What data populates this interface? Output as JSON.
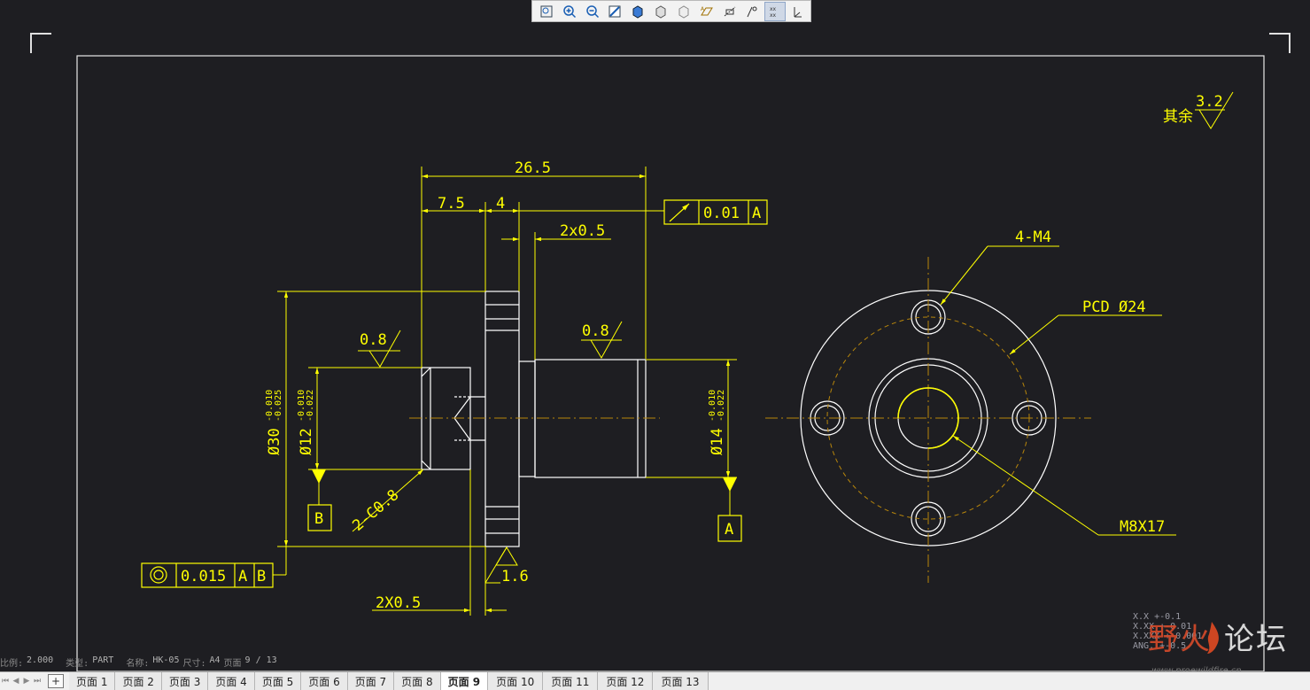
{
  "toolbar": {
    "icons": [
      "zoom-window-icon",
      "zoom-in-icon",
      "zoom-out-icon",
      "refit-icon",
      "shaded-icon",
      "hidden-line-icon",
      "no-hidden-icon",
      "datum-planes-icon",
      "datum-axes-icon",
      "datum-points-icon",
      "csys-icon",
      "annotations-icon"
    ],
    "active_index": 10
  },
  "drawing": {
    "dims": {
      "overall_length": "26.5",
      "seg_left": "7.5",
      "seg_flange": "4",
      "chamfer_top": "2x0.5",
      "chamfer_bottom": "2X0.5",
      "chamfer_left": "2-C0.8",
      "dia30": "Ø30",
      "dia30_tol_upper": "-0.010",
      "dia30_tol_lower": "-0.025",
      "dia12": "Ø12",
      "dia12_tol_upper": "-0.010",
      "dia12_tol_lower": "-0.022",
      "dia14": "Ø14",
      "dia14_tol_upper": "-0.010",
      "dia14_tol_lower": "-0.022",
      "holes": "4-M4",
      "pcd": "PCD Ø24",
      "thread": "M8X17"
    },
    "roughness": {
      "left": "0.8",
      "right": "0.8",
      "bottom": "1.6",
      "general": "3.2",
      "general_label": "其余"
    },
    "gdt": {
      "runout_value": "0.01",
      "runout_datum": "A",
      "concentric_value": "0.015",
      "concentric_datum1": "A",
      "concentric_datum2": "B"
    },
    "datums": {
      "b": "B",
      "a": "A"
    }
  },
  "statusline": {
    "scale_label": "比例:",
    "scale_value": "2.000",
    "type_label": "类型:",
    "type_value": "PART",
    "name_label": "名称:",
    "name_value": "HK-05",
    "size_label": "尺寸:",
    "size_value": "A4",
    "sheet_label": "页面",
    "sheet_value": "9 / 13"
  },
  "tolerance_table": [
    "X.X    +-0.1",
    "X.XX   +-0.01",
    "X.XXX  +-0.001",
    "ANG.   +-0.5"
  ],
  "watermark": {
    "text1": "野火",
    "text2": "论坛",
    "url": "www.proewildfire.cn"
  },
  "tabs": {
    "add_label": "+",
    "items": [
      "页面 1",
      "页面 2",
      "页面 3",
      "页面 4",
      "页面 5",
      "页面 6",
      "页面 7",
      "页面 8",
      "页面 9",
      "页面 10",
      "页面 11",
      "页面 12",
      "页面 13"
    ],
    "active_index": 8
  },
  "colors": {
    "background": "#1e1e22",
    "geometry": "#ffffff",
    "dimension": "#ffff00",
    "centerline": "#b8860b"
  }
}
